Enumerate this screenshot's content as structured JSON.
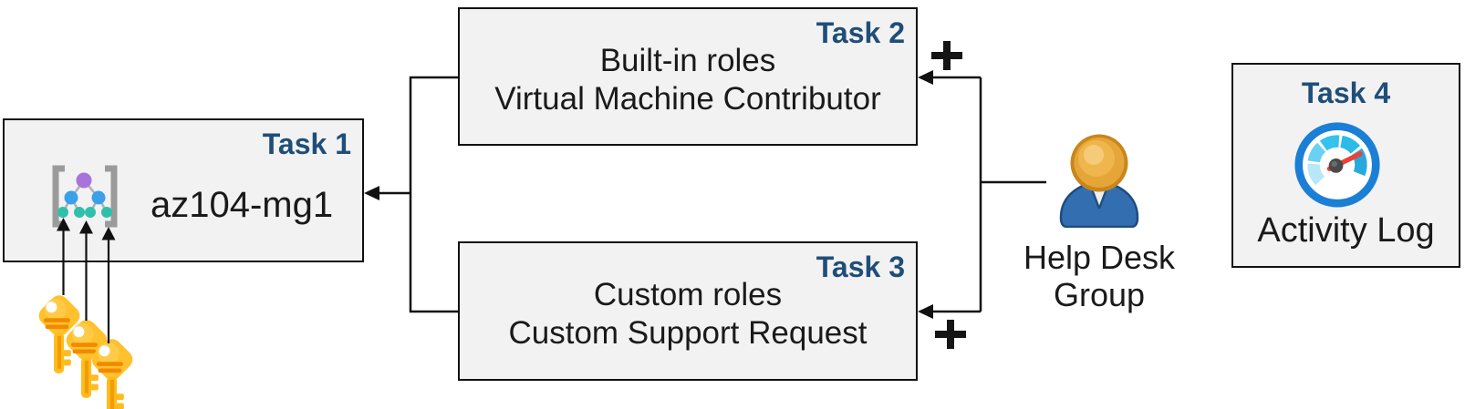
{
  "diagram": {
    "task1": {
      "label": "Task 1",
      "name": "az104-mg1",
      "icon": "management-group-icon"
    },
    "task2": {
      "label": "Task 2",
      "lines": [
        "Built-in roles",
        "Virtual Machine Contributor"
      ]
    },
    "task3": {
      "label": "Task 3",
      "lines": [
        "Custom roles",
        "Custom Support Request"
      ]
    },
    "task4": {
      "label": "Task 4",
      "caption": "Activity Log",
      "icon": "activity-log-gauge-icon"
    },
    "help_desk_group": {
      "lines": [
        "Help Desk",
        "Group"
      ],
      "icon": "user-icon"
    },
    "keys": {
      "icon": "key-icon",
      "count": 3
    },
    "plus_signs": {
      "icon": "plus-icon",
      "count": 2
    },
    "colors": {
      "task_label": "#1F4E79",
      "body_text": "#1A1A1A",
      "box_fill": "#F2F2F2",
      "box_border": "#111111",
      "connector": "#111111",
      "key_gold": "#FFC12E",
      "key_stripe": "#F18A00",
      "person_body_blue": "#336FB0",
      "person_head_gold": "#E6A637",
      "gauge_ring_blue": "#1B7FD6",
      "gauge_dial_cyan": "#33C3EC",
      "gauge_needle_red": "#EE3F38",
      "mg_purple": "#A873DC",
      "mg_blue": "#3BA0EA",
      "mg_teal": "#2FC0AC",
      "mg_bracket": "#9B9B9B"
    }
  }
}
